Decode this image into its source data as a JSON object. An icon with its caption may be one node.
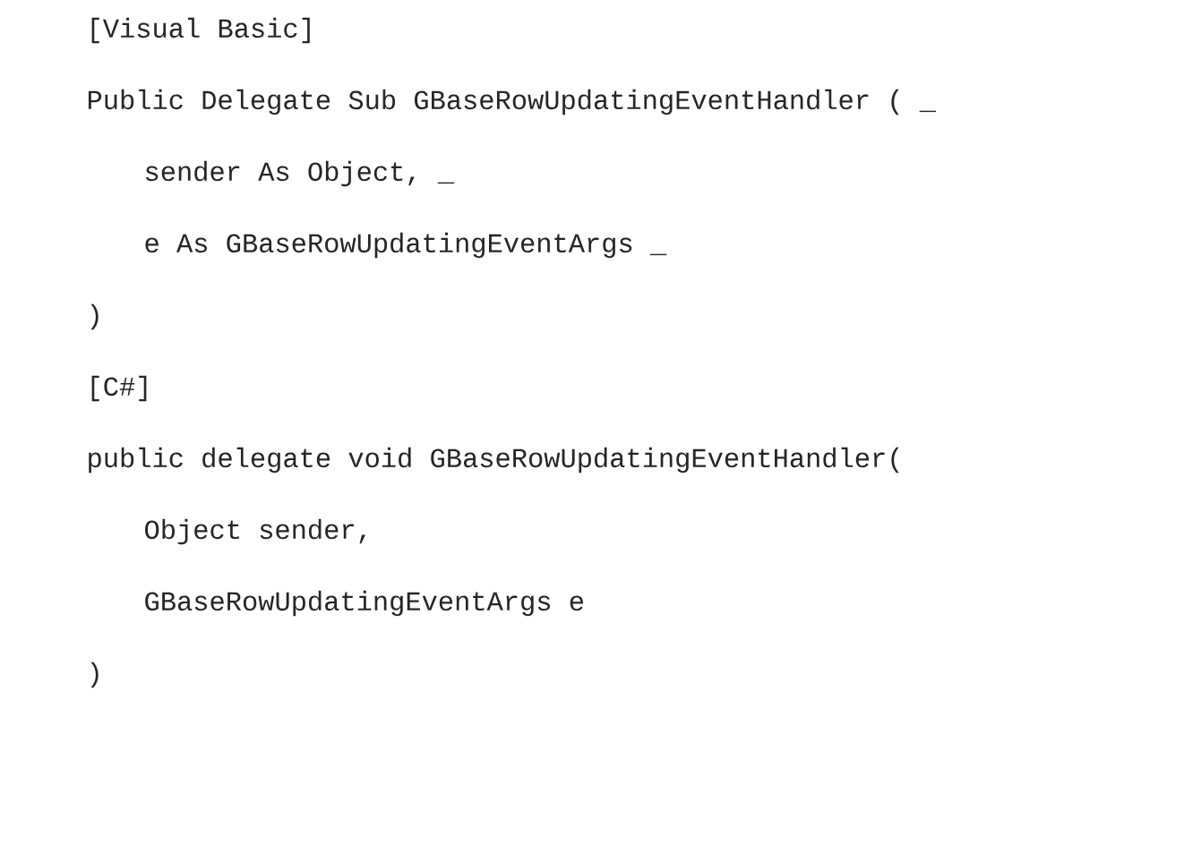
{
  "diagram": {
    "labels": [
      "[Visual Basic]",
      "Public Delegate Sub GBaseRowUpdatingEventHandler ( _",
      "sender As Object, _",
      "e As GBaseRowUpdatingEventArgs _",
      ")",
      "[C#]",
      "public delegate void GBaseRowUpdatingEventHandler(",
      "Object sender,",
      "GBaseRowUpdatingEventArgs e",
      ")"
    ]
  }
}
